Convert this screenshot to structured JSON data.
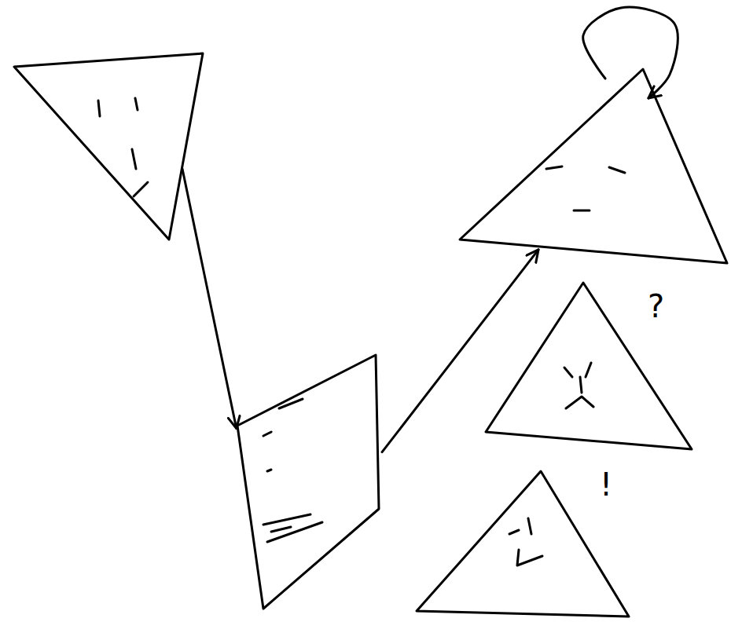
{
  "diagram": {
    "nodes": [
      {
        "text": []
      },
      {
        "text": []
      },
      {
        "text": []
      },
      {
        "text": [
          "?"
        ]
      },
      {
        "text": [
          "!"
        ]
      }
    ],
    "edges": [
      {
        "from": 0,
        "to": 1,
        "arrow": "to"
      },
      {
        "from": 1,
        "to": 2,
        "arrow": "to"
      },
      {
        "from": 2,
        "to": 2,
        "arrow": "to"
      }
    ]
  }
}
